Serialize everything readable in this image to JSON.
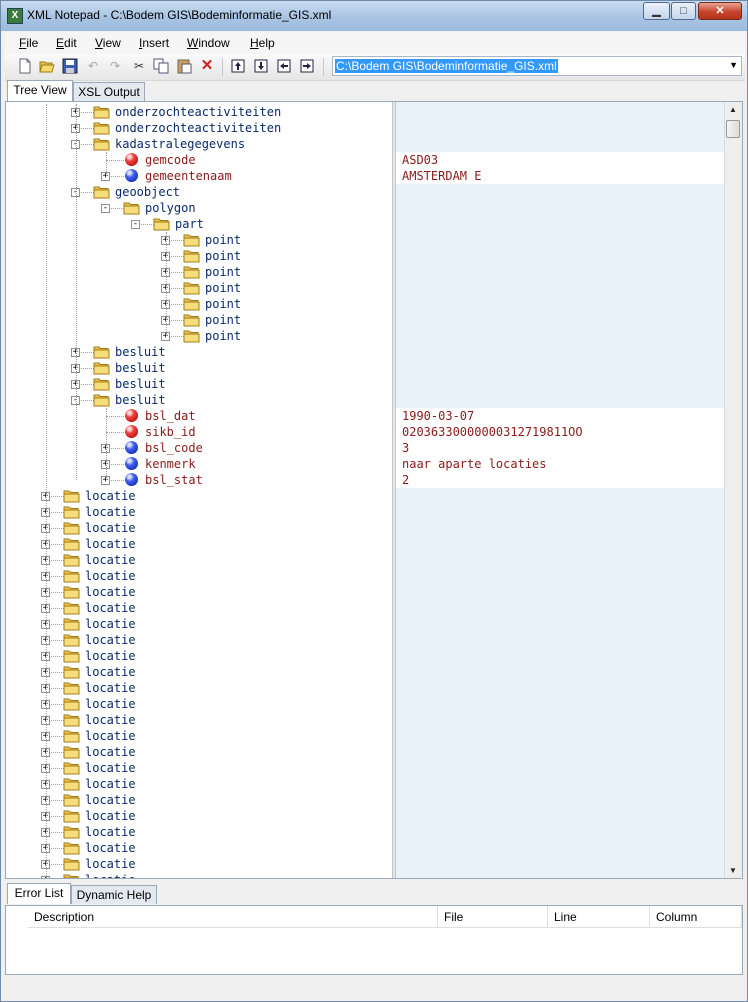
{
  "window": {
    "app_icon_label": "X",
    "title": "XML Notepad - C:\\Bodem GIS\\Bodeminformatie_GIS.xml",
    "minimize_label": "▁",
    "maximize_label": "□",
    "close_label": "✕"
  },
  "menu": {
    "items": [
      {
        "ul": "F",
        "rest": "ile"
      },
      {
        "ul": "E",
        "rest": "dit"
      },
      {
        "ul": "V",
        "rest": "iew"
      },
      {
        "ul": "I",
        "rest": "nsert"
      },
      {
        "ul": "W",
        "rest": "indow"
      },
      {
        "ul": "H",
        "rest": "elp"
      }
    ]
  },
  "toolbar": {
    "icons": [
      "new-file-icon",
      "open-folder-icon",
      "save-icon",
      "undo-icon",
      "redo-icon",
      "cut-icon",
      "copy-icon",
      "paste-icon",
      "delete-icon",
      "nudge-up-icon",
      "nudge-down-icon",
      "nudge-left-icon",
      "nudge-right-icon"
    ],
    "path_value": "C:\\Bodem GIS\\Bodeminformatie_GIS.xml",
    "dropdown_icon": "▼"
  },
  "tabs": {
    "items": [
      "Tree View",
      "XSL Output"
    ],
    "active": 0
  },
  "tree": {
    "nodes": [
      {
        "label": "onderzochteactiviteiten",
        "type": "folder",
        "level": 2,
        "expander": "+"
      },
      {
        "label": "onderzochteactiviteiten",
        "type": "folder",
        "level": 2,
        "expander": "+"
      },
      {
        "label": "kadastralegegevens",
        "type": "folder",
        "level": 2,
        "expander": "-"
      },
      {
        "label": "gemcode",
        "type": "attr-red",
        "level": 3,
        "expander": "",
        "value": "ASD03"
      },
      {
        "label": "gemeentenaam",
        "type": "attr-blue",
        "level": 3,
        "expander": "+",
        "value": "AMSTERDAM E"
      },
      {
        "label": "geoobject",
        "type": "folder",
        "level": 2,
        "expander": "-"
      },
      {
        "label": "polygon",
        "type": "folder",
        "level": 3,
        "expander": "-"
      },
      {
        "label": "part",
        "type": "folder",
        "level": 4,
        "expander": "-"
      },
      {
        "label": "point",
        "type": "folder",
        "level": 5,
        "expander": "+"
      },
      {
        "label": "point",
        "type": "folder",
        "level": 5,
        "expander": "+"
      },
      {
        "label": "point",
        "type": "folder",
        "level": 5,
        "expander": "+"
      },
      {
        "label": "point",
        "type": "folder",
        "level": 5,
        "expander": "+"
      },
      {
        "label": "point",
        "type": "folder",
        "level": 5,
        "expander": "+"
      },
      {
        "label": "point",
        "type": "folder",
        "level": 5,
        "expander": "+"
      },
      {
        "label": "point",
        "type": "folder",
        "level": 5,
        "expander": "+"
      },
      {
        "label": "besluit",
        "type": "folder",
        "level": 2,
        "expander": "+"
      },
      {
        "label": "besluit",
        "type": "folder",
        "level": 2,
        "expander": "+"
      },
      {
        "label": "besluit",
        "type": "folder",
        "level": 2,
        "expander": "+"
      },
      {
        "label": "besluit",
        "type": "folder",
        "level": 2,
        "expander": "-"
      },
      {
        "label": "bsl_dat",
        "type": "attr-red",
        "level": 3,
        "expander": "",
        "value": "1990-03-07"
      },
      {
        "label": "sikb_id",
        "type": "attr-red",
        "level": 3,
        "expander": "",
        "value": "02036330000000312719811OO"
      },
      {
        "label": "bsl_code",
        "type": "attr-blue",
        "level": 3,
        "expander": "+",
        "value": "3"
      },
      {
        "label": "kenmerk",
        "type": "attr-blue",
        "level": 3,
        "expander": "+",
        "value": "naar aparte locaties"
      },
      {
        "label": "bsl_stat",
        "type": "attr-blue",
        "level": 3,
        "expander": "+",
        "value": "2"
      },
      {
        "label": "locatie",
        "type": "folder",
        "level": 1,
        "expander": "+"
      },
      {
        "label": "locatie",
        "type": "folder",
        "level": 1,
        "expander": "+"
      },
      {
        "label": "locatie",
        "type": "folder",
        "level": 1,
        "expander": "+"
      },
      {
        "label": "locatie",
        "type": "folder",
        "level": 1,
        "expander": "+"
      },
      {
        "label": "locatie",
        "type": "folder",
        "level": 1,
        "expander": "+"
      },
      {
        "label": "locatie",
        "type": "folder",
        "level": 1,
        "expander": "+"
      },
      {
        "label": "locatie",
        "type": "folder",
        "level": 1,
        "expander": "+"
      },
      {
        "label": "locatie",
        "type": "folder",
        "level": 1,
        "expander": "+"
      },
      {
        "label": "locatie",
        "type": "folder",
        "level": 1,
        "expander": "+"
      },
      {
        "label": "locatie",
        "type": "folder",
        "level": 1,
        "expander": "+"
      },
      {
        "label": "locatie",
        "type": "folder",
        "level": 1,
        "expander": "+"
      },
      {
        "label": "locatie",
        "type": "folder",
        "level": 1,
        "expander": "+"
      },
      {
        "label": "locatie",
        "type": "folder",
        "level": 1,
        "expander": "+"
      },
      {
        "label": "locatie",
        "type": "folder",
        "level": 1,
        "expander": "+"
      },
      {
        "label": "locatie",
        "type": "folder",
        "level": 1,
        "expander": "+"
      },
      {
        "label": "locatie",
        "type": "folder",
        "level": 1,
        "expander": "+"
      },
      {
        "label": "locatie",
        "type": "folder",
        "level": 1,
        "expander": "+"
      },
      {
        "label": "locatie",
        "type": "folder",
        "level": 1,
        "expander": "+"
      },
      {
        "label": "locatie",
        "type": "folder",
        "level": 1,
        "expander": "+"
      },
      {
        "label": "locatie",
        "type": "folder",
        "level": 1,
        "expander": "+"
      },
      {
        "label": "locatie",
        "type": "folder",
        "level": 1,
        "expander": "+"
      },
      {
        "label": "locatie",
        "type": "folder",
        "level": 1,
        "expander": "+"
      },
      {
        "label": "locatie",
        "type": "folder",
        "level": 1,
        "expander": "+"
      },
      {
        "label": "locatie",
        "type": "folder",
        "level": 1,
        "expander": "+"
      },
      {
        "label": "locatie",
        "type": "folder",
        "level": 1,
        "expander": "+"
      }
    ]
  },
  "bottom": {
    "tabs": [
      "Error List",
      "Dynamic Help"
    ],
    "active": 0,
    "columns": [
      "Description",
      "File",
      "Line",
      "Column"
    ]
  },
  "colors": {
    "element_text": "#0a2a6a",
    "attribute_text": "#8b1a1a",
    "value_pane_bg": "#e9f2fb",
    "selection": "#3399ff"
  }
}
